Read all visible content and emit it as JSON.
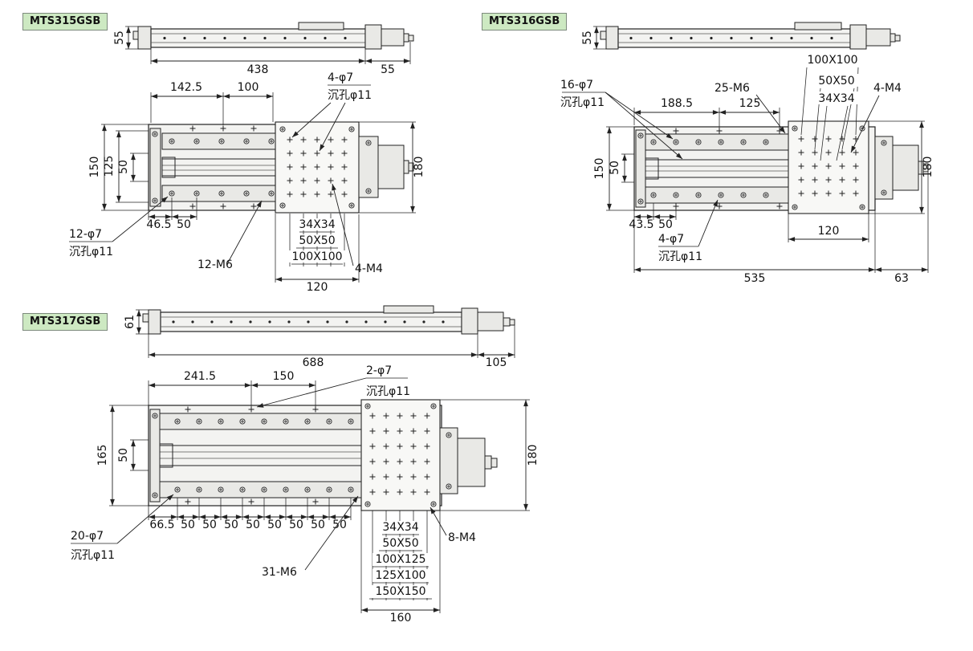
{
  "page": {
    "background": "#ffffff",
    "badge_bg": "#cde9c2",
    "line_color": "#222222"
  },
  "mts315": {
    "badge": "MTS315GSB",
    "side": {
      "height": "55",
      "length": "438",
      "overhang": "55"
    },
    "top": {
      "width1": "142.5",
      "width2": "100",
      "top_holes_line1": "4-φ7",
      "top_holes_line2": "沉孔φ11",
      "left_dim_outer": "150",
      "left_dim_mid": "125",
      "left_dim_inner": "50",
      "right_dim": "180",
      "bottom_dim1": "46.5",
      "bottom_dim2": "50",
      "bottom_holes_line1": "12-φ7",
      "bottom_holes_line2": "沉孔φ11",
      "thread_label": "12-M6",
      "grid1": "34X34",
      "grid2": "50X50",
      "grid3": "100X100",
      "stage_width": "120",
      "m4_label": "4-M4"
    }
  },
  "mts316": {
    "badge": "MTS316GSB",
    "side": {
      "height": "55"
    },
    "top": {
      "top_holes_line1": "16-φ7",
      "top_holes_line2": "沉孔φ11",
      "grid3": "100X100",
      "grid2": "50X50",
      "grid1": "34X34",
      "thread_label": "25-M6",
      "m4_label": "4-M4",
      "width1": "188.5",
      "width2": "125",
      "left_dim_outer": "150",
      "left_dim_inner": "50",
      "right_dim": "180",
      "bottom_dim1": "43.5",
      "bottom_dim2": "50",
      "bottom_holes_line1": "4-φ7",
      "bottom_holes_line2": "沉孔φ11",
      "stage_width": "120",
      "base_length": "535",
      "overhang": "63"
    }
  },
  "mts317": {
    "badge": "MTS317GSB",
    "side": {
      "height": "61",
      "length": "688",
      "overhang": "105"
    },
    "top": {
      "width1": "241.5",
      "width2": "150",
      "top_holes_line1": "2-φ7",
      "top_holes_line2": "沉孔φ11",
      "left_dim_outer": "165",
      "left_dim_inner": "50",
      "right_dim": "180",
      "bottom_dim1": "66.5",
      "bottom_dim_step": "50",
      "bottom_holes_line1": "20-φ7",
      "bottom_holes_line2": "沉孔φ11",
      "thread_label": "31-M6",
      "grid1": "34X34",
      "grid2": "50X50",
      "grid3": "100X125",
      "grid4": "125X100",
      "grid5": "150X150",
      "stage_width": "160",
      "m4_label": "8-M4"
    }
  }
}
